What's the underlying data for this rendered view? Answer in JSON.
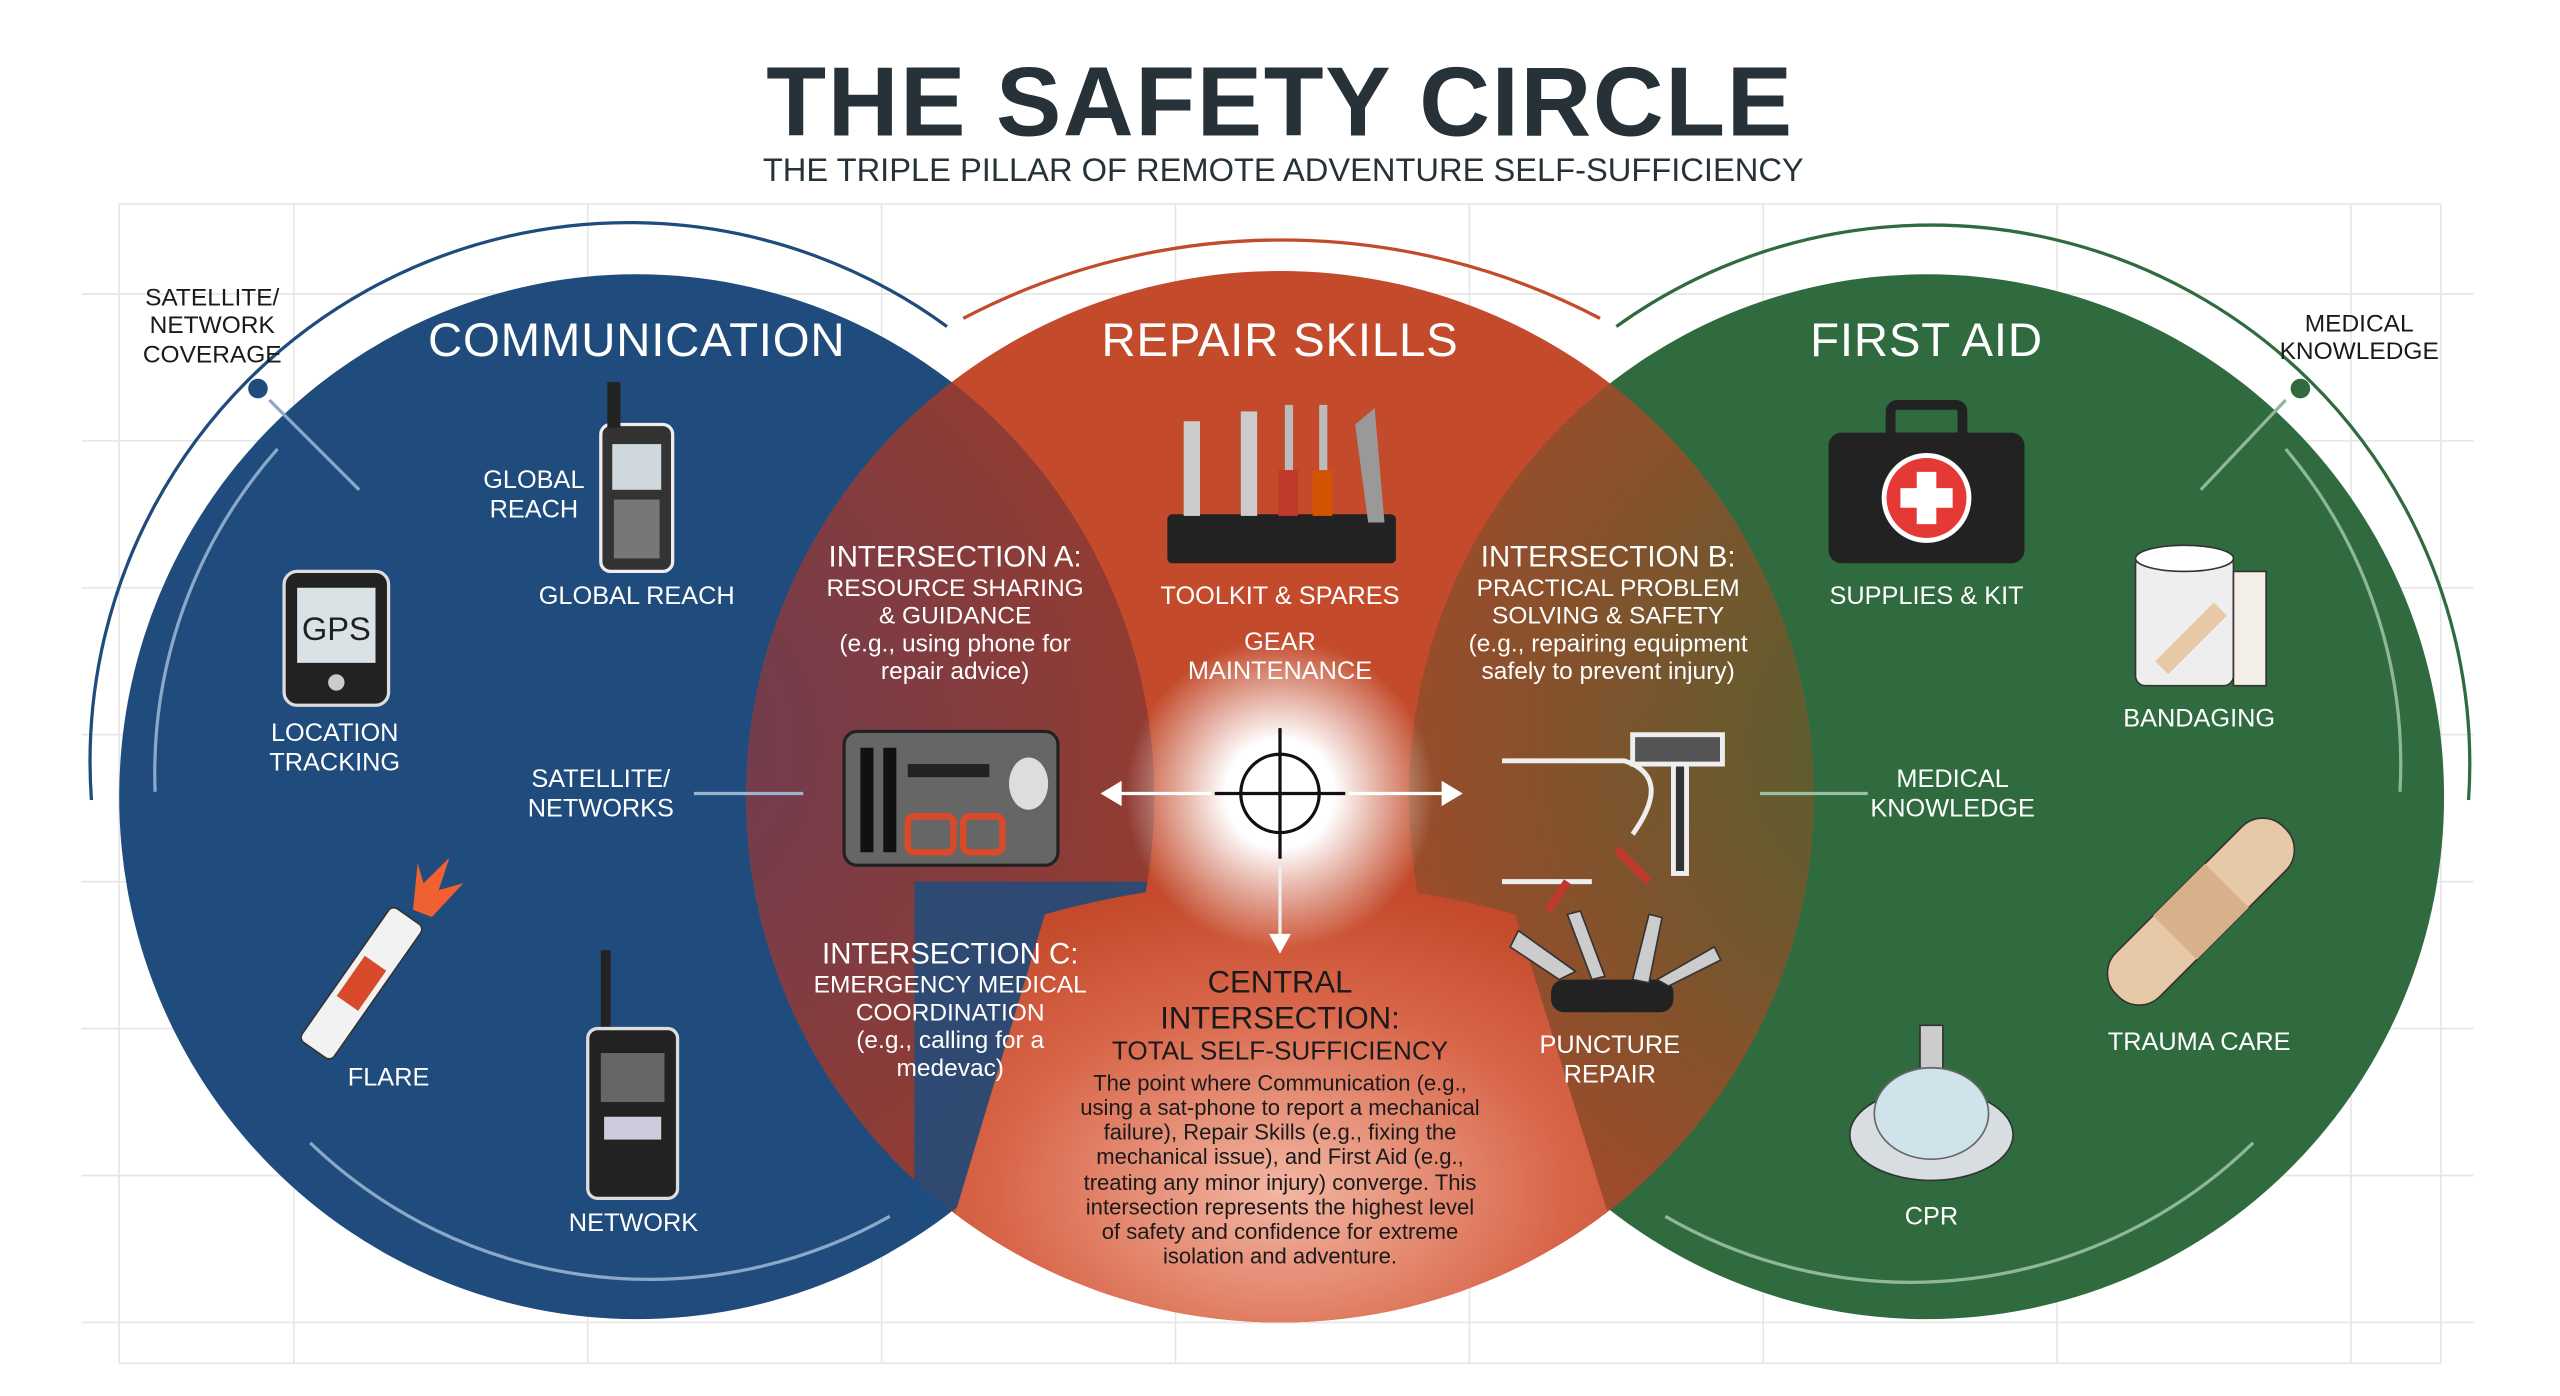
{
  "title": "THE SAFETY CIRCLE",
  "subtitle": "THE TRIPLE PILLAR OF REMOTE ADVENTURE SELF-SUFFICIENCY",
  "colors": {
    "communication": "#1f4c7d",
    "repair": "#c34a2b",
    "first_aid": "#2f6b3e",
    "lens_a": "#7e3a35",
    "lens_b": "#5d5a2e"
  },
  "outer": {
    "left_label": [
      "SATELLITE/",
      "NETWORK",
      "COVERAGE"
    ],
    "right_label": [
      "MEDICAL",
      "KNOWLEDGE"
    ]
  },
  "communication": {
    "header": "COMMUNICATION",
    "global_reach_side": [
      "GLOBAL",
      "REACH"
    ],
    "global_reach": "GLOBAL REACH",
    "gps_text": "GPS",
    "location": [
      "LOCATION",
      "TRACKING"
    ],
    "satellite": [
      "SATELLITE/",
      "NETWORKS"
    ],
    "flare": "FLARE",
    "network": "NETWORK"
  },
  "repair": {
    "header": "REPAIR SKILLS",
    "toolkit": "TOOLKIT & SPARES",
    "gear": [
      "GEAR",
      "MAINTENANCE"
    ]
  },
  "first_aid": {
    "header": "FIRST AID",
    "supplies": "SUPPLIES & KIT",
    "bandaging": "BANDAGING",
    "medical": [
      "MEDICAL",
      "KNOWLEDGE"
    ],
    "trauma": "TRAUMA CARE",
    "cpr": "CPR"
  },
  "intersection_a": {
    "title": "INTERSECTION A:",
    "lines": [
      "RESOURCE SHARING",
      "& GUIDANCE",
      "(e.g., using phone for",
      "repair advice)"
    ]
  },
  "intersection_b": {
    "title": "INTERSECTION B:",
    "lines": [
      "PRACTICAL PROBLEM",
      "SOLVING & SAFETY",
      "(e.g., repairing equipment",
      "safely to prevent injury)"
    ],
    "puncture": [
      "PUNCTURE",
      "REPAIR"
    ]
  },
  "intersection_c": {
    "title": "INTERSECTION C:",
    "lines": [
      "EMERGENCY MEDICAL",
      "COORDINATION",
      "(e.g., calling for a",
      "medevac)"
    ]
  },
  "central": {
    "title": [
      "CENTRAL",
      "INTERSECTION:"
    ],
    "subtitle": "TOTAL SELF-SUFFICIENCY",
    "body": "The point where Communication (e.g., using a sat-phone to report a mechanical failure), Repair Skills (e.g., fixing the mechanical issue), and First Aid (e.g., treating any minor injury) converge. This intersection represents the highest level of safety and confidence for extreme isolation and adventure."
  }
}
